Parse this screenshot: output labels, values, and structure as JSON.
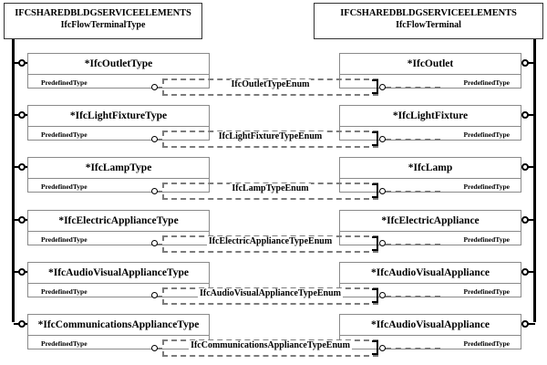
{
  "diagram": {
    "title": "IFC Shared Building Service Elements - Flow Terminal type/occurrence diagram",
    "packages": {
      "left": {
        "schema": "IFCSHAREDBLDGSERVICEELEMENTS",
        "entity": "IfcFlowTerminalType"
      },
      "right": {
        "schema": "IFCSHAREDBLDGSERVICEELEMENTS",
        "entity": "IfcFlowTerminal"
      }
    },
    "attribute_label": "PredefinedType",
    "rows": [
      {
        "type_entity": "*IfcOutletType",
        "enum": "IfcOutletTypeEnum",
        "occurrence_entity": "*IfcOutlet",
        "left_attr": "PredefinedType",
        "right_attr": "PredefinedType",
        "right_marker": "D"
      },
      {
        "type_entity": "*IfcLightFixtureType",
        "enum": "IfcLightFixtureTypeEnum",
        "occurrence_entity": "*IfcLightFixture",
        "left_attr": "PredefinedType",
        "right_attr": "PredefinedType",
        "right_marker": "o"
      },
      {
        "type_entity": "*IfcLampType",
        "enum": "IfcLampTypeEnum",
        "occurrence_entity": "*IfcLamp",
        "left_attr": "PredefinedType",
        "right_attr": "PredefinedType",
        "right_marker": "o"
      },
      {
        "type_entity": "*IfcElectricApplianceType",
        "enum": "IfcElectricApplianceTypeEnum",
        "occurrence_entity": "*IfcElectricAppliance",
        "left_attr": "PredefinedType",
        "right_attr": "PredefinedType",
        "right_marker": "o"
      },
      {
        "type_entity": "*IfcAudioVisualApplianceType",
        "enum": "IfcAudioVisualApplianceTypeEnum",
        "occurrence_entity": "*IfcAudioVisualAppliance",
        "left_attr": "PredefinedType",
        "right_attr": "PredefinedType",
        "right_marker": "o"
      },
      {
        "type_entity": "*IfcCommunicationsApplianceType",
        "enum": "IfcCommunicationsApplianceTypeEnum",
        "occurrence_entity": "*IfcAudioVisualAppliance",
        "left_attr": "PredefinedType",
        "right_attr": "PredefinedType",
        "right_marker": "o"
      }
    ],
    "colors": {
      "background": "#ffffff",
      "line": "#000000",
      "box_border": "#8a8a8a",
      "dashed": "#7b7b7b",
      "text": "#000000"
    }
  }
}
